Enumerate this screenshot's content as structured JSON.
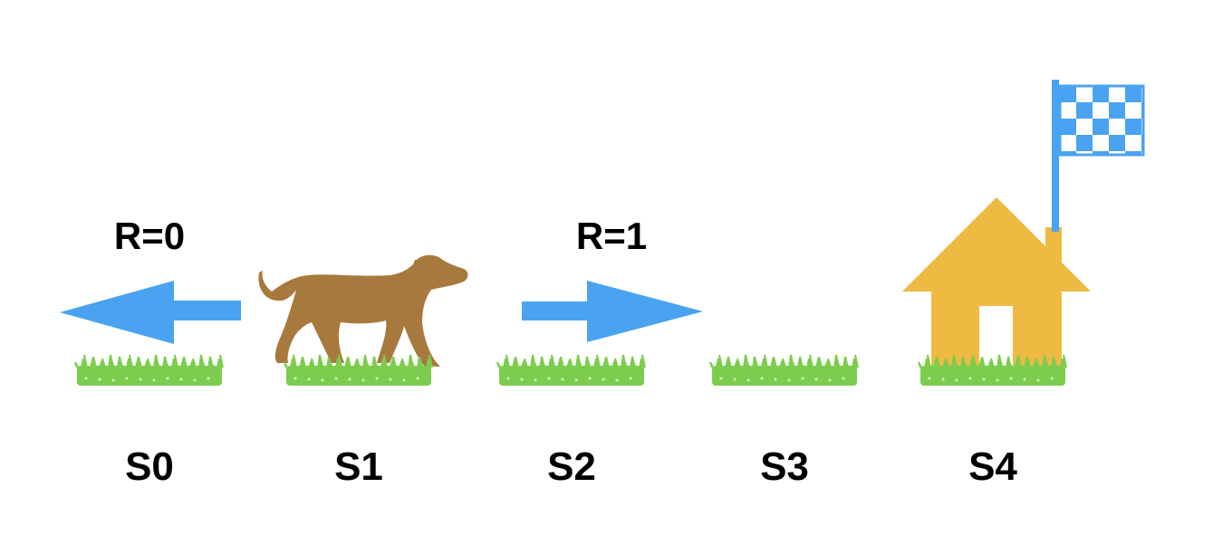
{
  "colors": {
    "arrow": "#4aa3f0",
    "grass": "#7ccd4e",
    "dog": "#a8793c",
    "house": "#efba41",
    "flag": "#4aa3f0",
    "text": "#000000"
  },
  "rewards": {
    "left": "R=0",
    "right": "R=1"
  },
  "states": [
    {
      "label": "S0"
    },
    {
      "label": "S1",
      "occupant": "dog-icon"
    },
    {
      "label": "S2"
    },
    {
      "label": "S3"
    },
    {
      "label": "S4",
      "occupant": "house-icon",
      "marker": "checkered-flag-icon"
    }
  ]
}
